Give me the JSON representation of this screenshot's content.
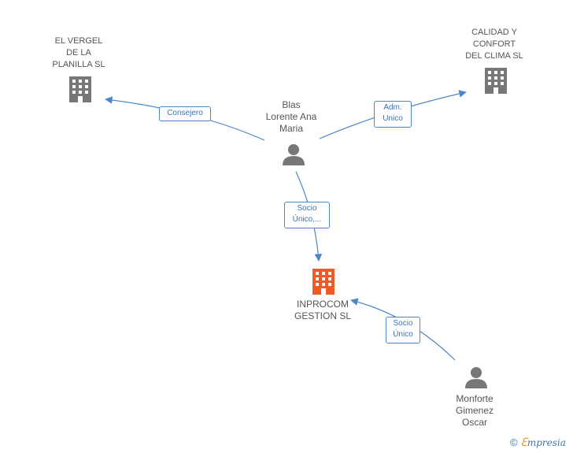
{
  "nodes": {
    "vergel": {
      "label": "EL VERGEL\nDE LA\nPLANILLA SL",
      "type": "company"
    },
    "calidad": {
      "label": "CALIDAD Y\nCONFORT\nDEL CLIMA SL",
      "type": "company"
    },
    "blas": {
      "label": "Blas\nLorente Ana\nMaria",
      "type": "person"
    },
    "inprocom": {
      "label": "INPROCOM\nGESTION SL",
      "type": "company-focus"
    },
    "monforte": {
      "label": "Monforte\nGimenez\nOscar",
      "type": "person"
    }
  },
  "edges": {
    "consejero": {
      "label": "Consejero"
    },
    "adm_unico": {
      "label": "Adm.\nUnico"
    },
    "socio_unico_blas": {
      "label": "Socio\nÚnico,..."
    },
    "socio_unico_monforte": {
      "label": "Socio\nÚnico"
    }
  },
  "colors": {
    "edge": "#4a86c8",
    "company_icon": "#777777",
    "focus_icon": "#f05a28",
    "person_icon": "#777777"
  },
  "footer": {
    "copyright": "©",
    "brand_e": "ℇ",
    "brand_rest": "mpresia"
  }
}
